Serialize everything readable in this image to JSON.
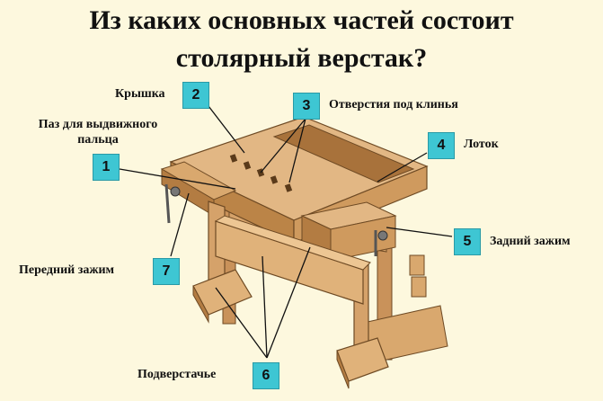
{
  "title": {
    "line1": "Из каких основных частей состоит",
    "line2": "столярный верстак?"
  },
  "parts": [
    {
      "number": "1",
      "label": "Паз для выдвижного пальца"
    },
    {
      "number": "2",
      "label": "Крышка"
    },
    {
      "number": "3",
      "label": "Отверстия под клинья"
    },
    {
      "number": "4",
      "label": "Лоток"
    },
    {
      "number": "5",
      "label": "Задний зажим"
    },
    {
      "number": "6",
      "label": "Подверстачье"
    },
    {
      "number": "7",
      "label": "Передний зажим"
    }
  ],
  "label_lines": {
    "part1_line1": "Паз для выдвижного",
    "part1_line2": "пальца"
  },
  "colors": {
    "background": "#fdf8de",
    "badge": "#3ec6d3",
    "wood_light": "#e2b784",
    "wood_mid": "#cf9a5e",
    "wood_dark": "#a8723b"
  }
}
